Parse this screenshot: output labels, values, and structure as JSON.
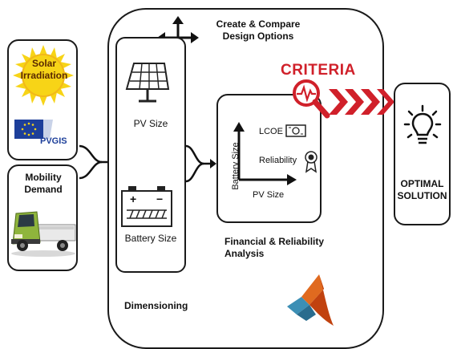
{
  "inputs": {
    "solar_label": "Solar\nIrradiation",
    "pvgis_label": "PVGIS",
    "mobility_label": "Mobility\nDemand"
  },
  "dimensioning": {
    "title": "Create & Compare\nDesign Options",
    "label": "Dimensioning",
    "pv_size": "PV Size",
    "battery_size": "Battery Size",
    "battery_plus": "+",
    "battery_minus": "−"
  },
  "analysis": {
    "lcoe": "LCOE",
    "reliability": "Reliability",
    "y_axis": "Battery Size",
    "x_axis": "PV Size",
    "caption": "Financial & Reliability\nAnalysis"
  },
  "criteria": {
    "label": "CRITERIA"
  },
  "output": {
    "label": "OPTIMAL\nSOLUTION"
  },
  "colors": {
    "criteria_red": "#d0202a",
    "sun_yellow": "#f7d417",
    "sun_orange": "#e58a1a",
    "eu_blue": "#1d3f9a",
    "truck_green": "#8fb53c"
  }
}
